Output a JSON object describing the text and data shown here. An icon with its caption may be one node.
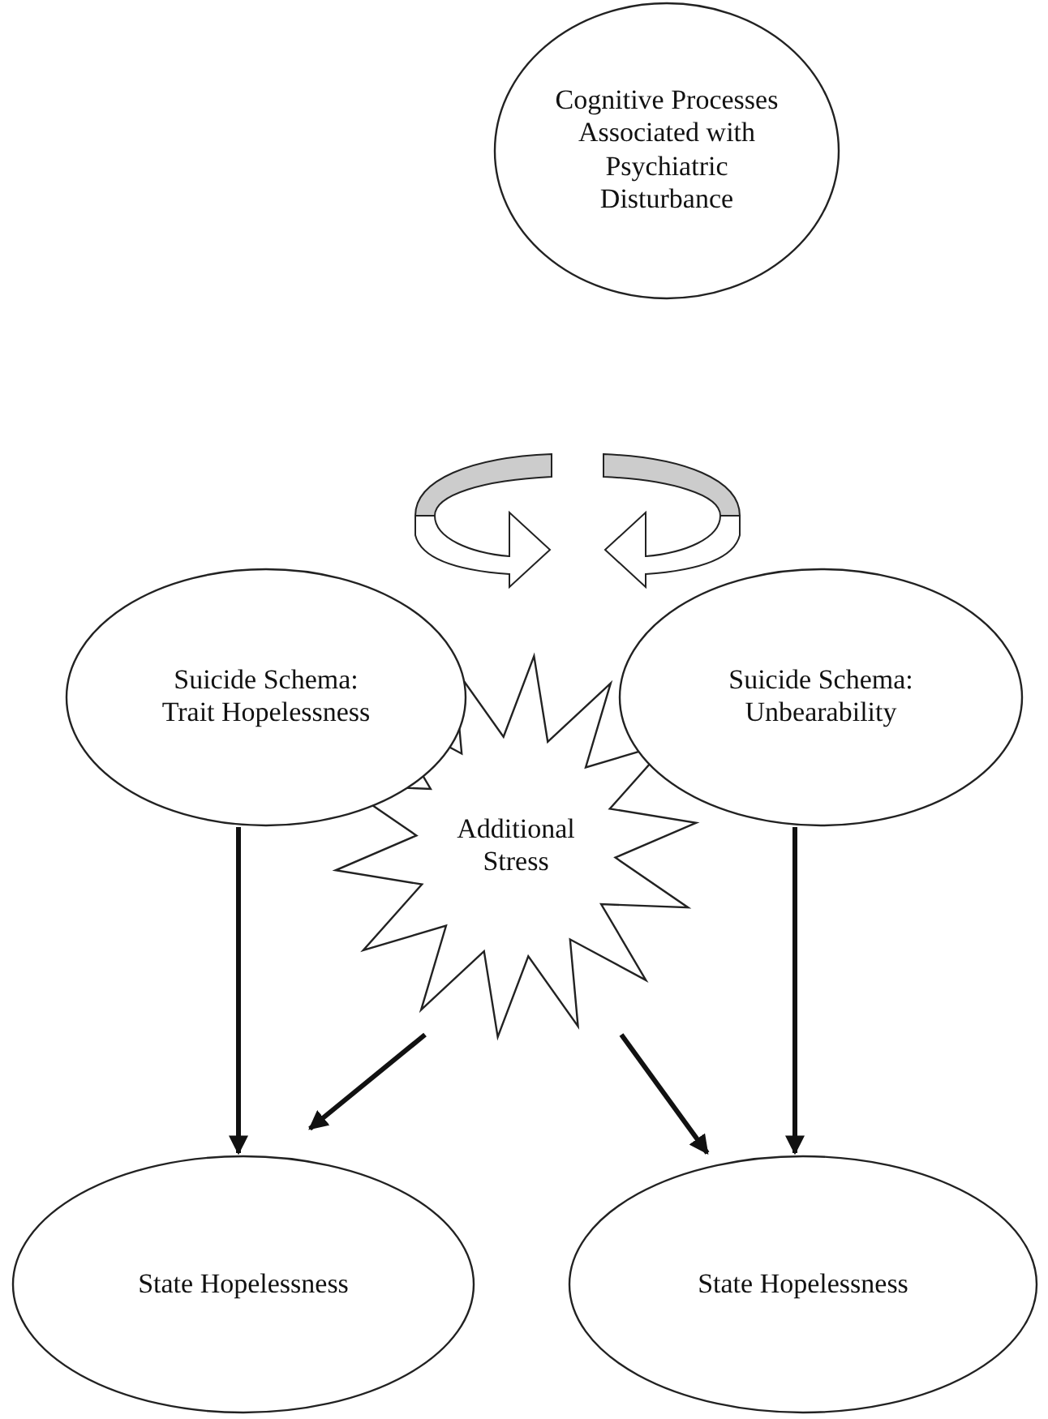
{
  "diagram": {
    "nodes": [
      {
        "text": [
          "Cognitive Processes Associated with Psychiatric Disturbance"
        ]
      },
      {
        "text": [
          "Suicide Schema: Trait Hopelessness"
        ]
      },
      {
        "text": [
          "Suicide Schema: Unbearability"
        ]
      },
      {
        "text": [
          "Additional Stress"
        ]
      },
      {
        "text": [
          "State Hopelessness"
        ]
      },
      {
        "text": [
          "State Hopelessness"
        ]
      }
    ],
    "edges": [
      {
        "from": 1,
        "to": 4,
        "arrow": "to"
      },
      {
        "from": 2,
        "to": 5,
        "arrow": "to"
      },
      {
        "from": 3,
        "to": 4,
        "arrow": "to"
      },
      {
        "from": 3,
        "to": 5,
        "arrow": "to"
      }
    ]
  }
}
